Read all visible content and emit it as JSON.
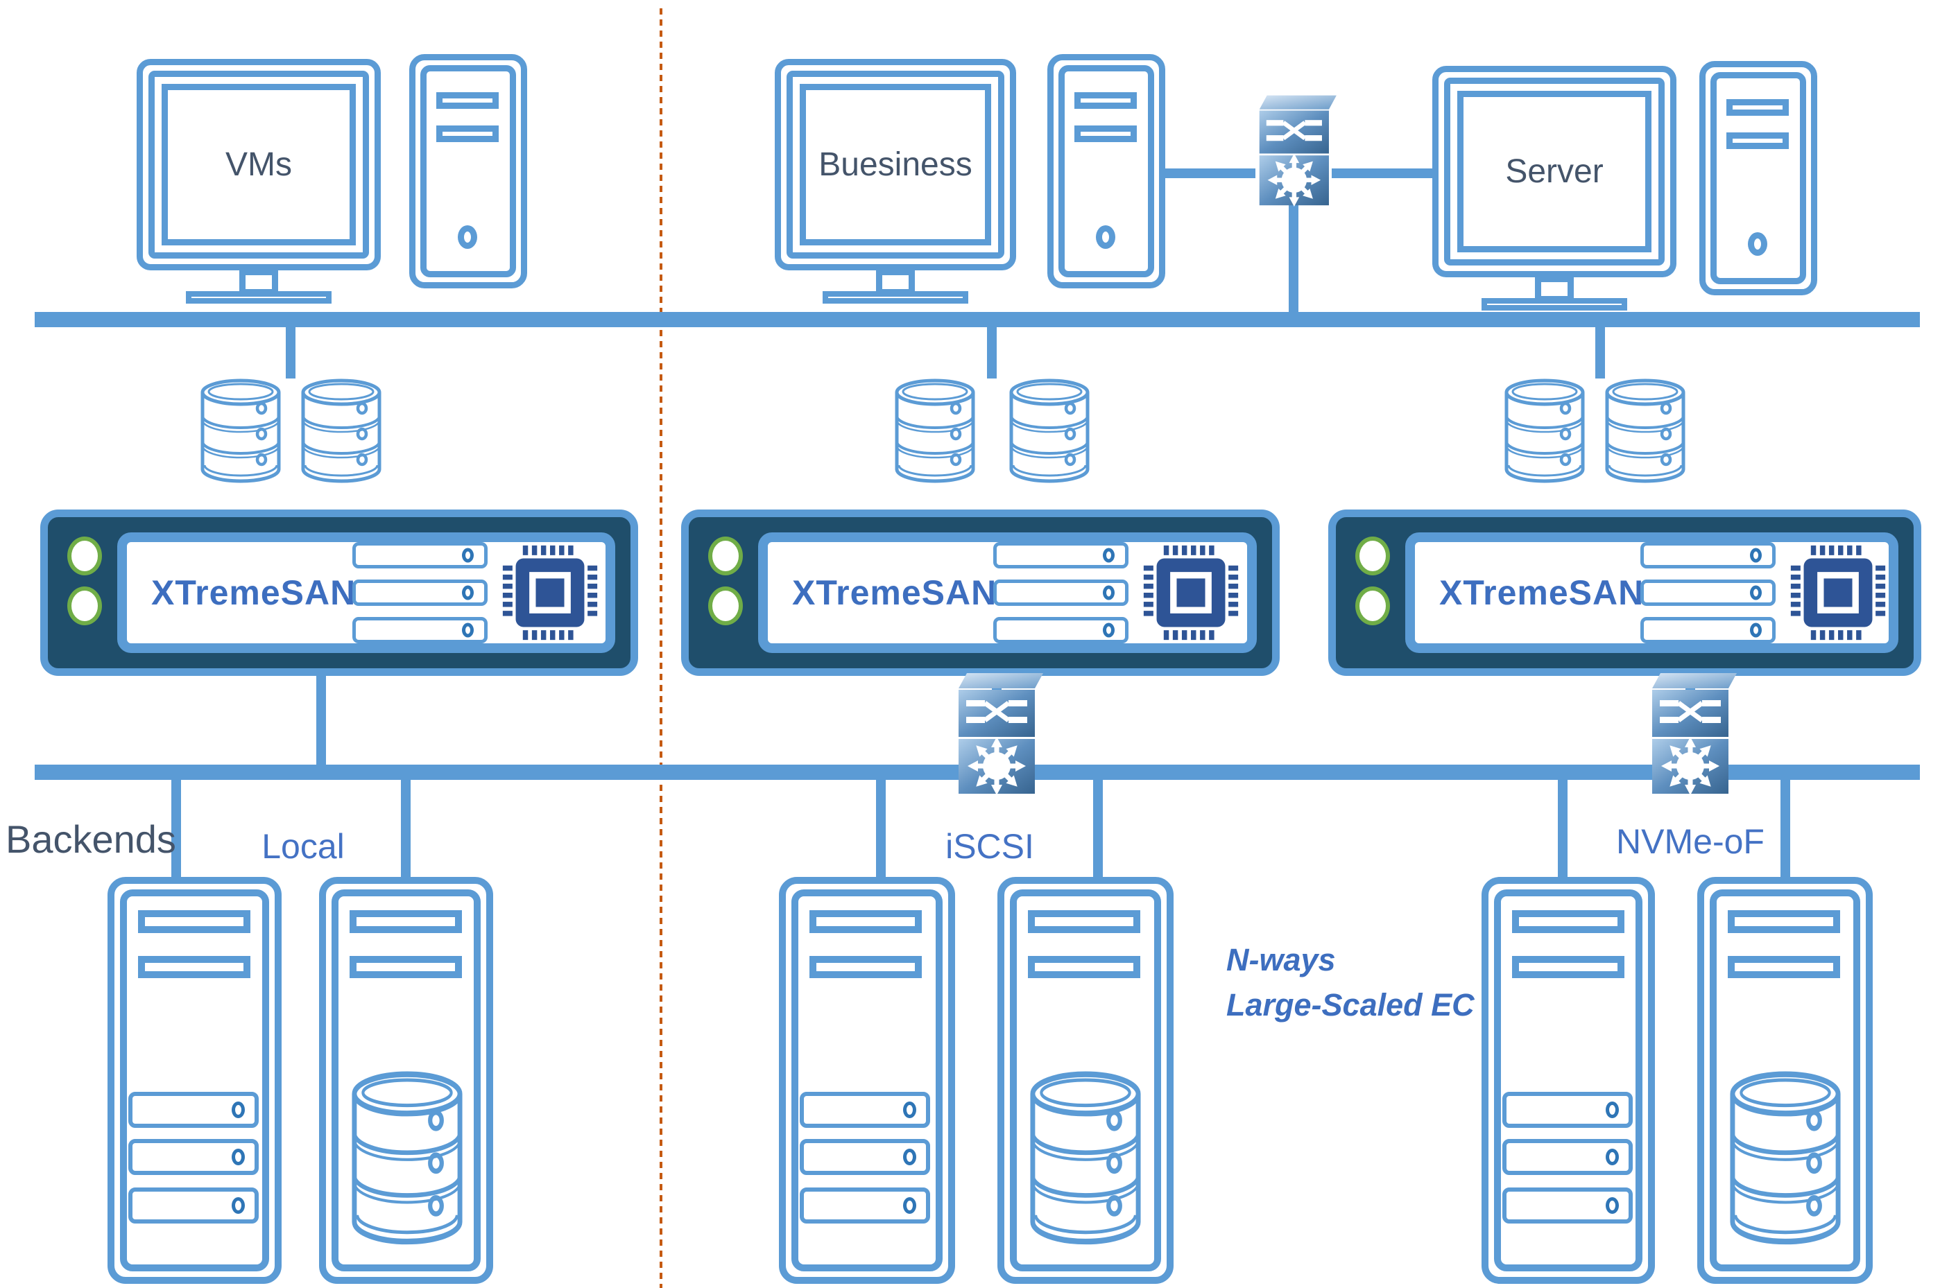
{
  "top_row": {
    "vms_label": "VMs",
    "business_label": "Buesiness",
    "server_label": "Server"
  },
  "appliances": [
    {
      "label": "XTremeSAN"
    },
    {
      "label": "XTremeSAN"
    },
    {
      "label": "XTremeSAN"
    }
  ],
  "backends": {
    "title": "Backends",
    "local_label": "Local",
    "iscsi_label": "iSCSI",
    "nvmeof_label": "NVMe-oF",
    "note_line1": "N-ways",
    "note_line2": "Large-Scaled EC"
  },
  "colors": {
    "line_blue": "#5B9BD5",
    "appliance_body": "#1F4E6B",
    "led_ring_green": "#70AD47",
    "chip_blue": "#2E5496",
    "dark_text": "#44546A",
    "blue_text": "#4472C4",
    "divider_orange": "#C55A11"
  }
}
